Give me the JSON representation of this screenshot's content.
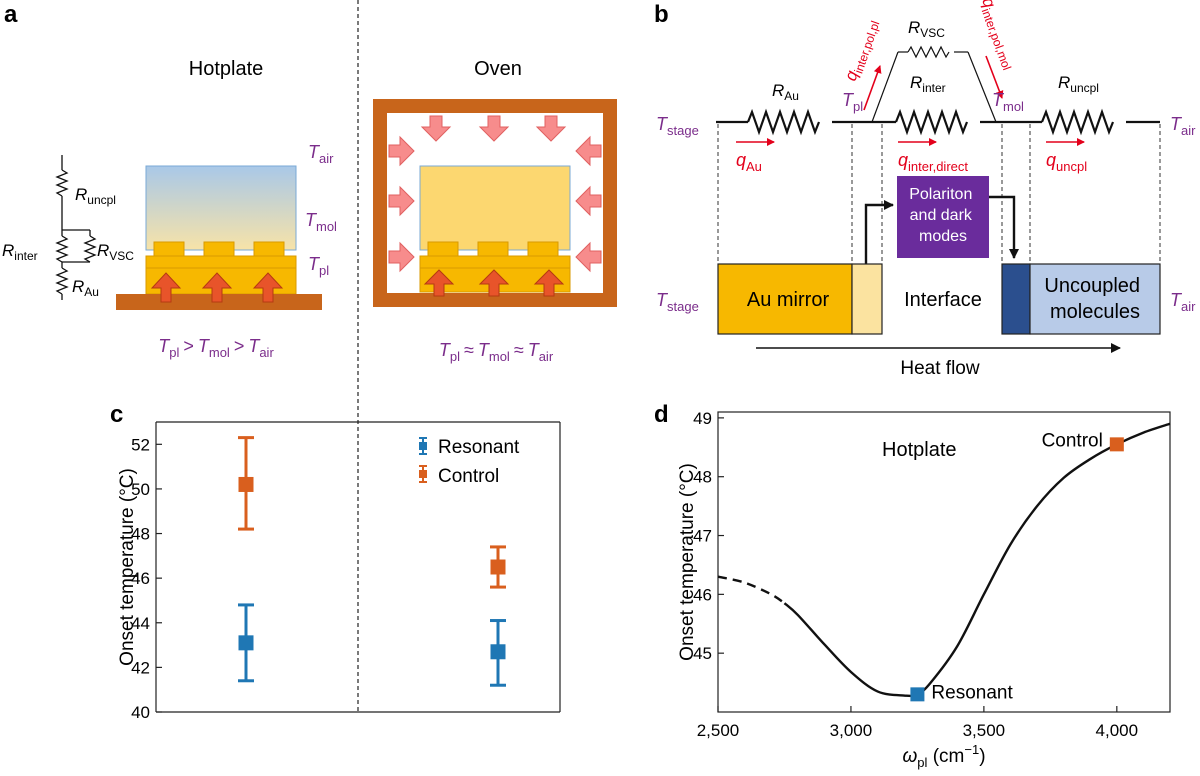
{
  "colors": {
    "resonant": "#1f77b4",
    "control": "#d95f1e",
    "purple_text": "#7b2d8b",
    "heat_arrow_red": "#e3001b",
    "gold": "#f7b800",
    "oven_wall": "#c8651b",
    "polariton_box": "#6a2c9c",
    "dark_blue_block": "#2b4f8e",
    "light_blue_block": "#b8cbe8"
  },
  "panel_a": {
    "letter": "a",
    "left_title": "Hotplate",
    "right_title": "Oven",
    "T_air": {
      "sym": "T",
      "sub": "air"
    },
    "T_mol": {
      "sym": "T",
      "sub": "mol"
    },
    "T_pl": {
      "sym": "T",
      "sub": "pl"
    },
    "R_uncpl": {
      "sym": "R",
      "sub": "uncpl"
    },
    "R_inter": {
      "sym": "R",
      "sub": "inter"
    },
    "R_VSC": {
      "sym": "R",
      "sub": "VSC"
    },
    "R_Au": {
      "sym": "R",
      "sub": "Au"
    },
    "hotplate_relation": {
      "op": ">"
    },
    "oven_relation": {
      "op": "≈"
    }
  },
  "panel_b": {
    "letter": "b",
    "R_VSC": {
      "sym": "R",
      "sub": "VSC"
    },
    "R_Au": {
      "sym": "R",
      "sub": "Au"
    },
    "R_inter": {
      "sym": "R",
      "sub": "inter"
    },
    "R_uncpl": {
      "sym": "R",
      "sub": "uncpl"
    },
    "q_inter_pol_pl": {
      "sym": "q",
      "sub": "inter,pol,pl"
    },
    "q_inter_pol_mol": {
      "sym": "q",
      "sub": "inter,pol,mol"
    },
    "T_pl": {
      "sym": "T",
      "sub": "pl"
    },
    "T_mol": {
      "sym": "T",
      "sub": "mol"
    },
    "T_stage": {
      "sym": "T",
      "sub": "stage"
    },
    "T_air": {
      "sym": "T",
      "sub": "air"
    },
    "q_Au": {
      "sym": "q",
      "sub": "Au"
    },
    "q_inter_direct": {
      "sym": "q",
      "sub": "inter,direct"
    },
    "q_uncpl": {
      "sym": "q",
      "sub": "uncpl"
    },
    "polariton_box_lines": [
      "Polariton",
      "and dark",
      "modes"
    ],
    "au_mirror": "Au mirror",
    "interface": "Interface",
    "uncoupled_lines": [
      "Uncoupled",
      "molecules"
    ],
    "heat_flow": "Heat flow"
  },
  "panel_c": {
    "letter": "c",
    "ylabel": "Onset temperature (°C)",
    "legend_resonant": "Resonant",
    "legend_control": "Control"
  },
  "panel_d": {
    "letter": "d",
    "ylabel": "Onset temperature (°C)",
    "xlabel_sym": "ω",
    "xlabel_sub": "pl",
    "xlabel_unit": " (cm",
    "xlabel_exp": "−1",
    "xlabel_close": ")",
    "hotplate": "Hotplate",
    "control_label": "Control",
    "resonant_label": "Resonant"
  },
  "chart_data": [
    {
      "type": "scatter",
      "panel": "c",
      "categories": [
        "Hotplate",
        "Oven"
      ],
      "series": [
        {
          "name": "Resonant",
          "values": [
            43.1,
            42.7
          ],
          "error_low": [
            41.4,
            41.2
          ],
          "error_high": [
            44.8,
            44.1
          ]
        },
        {
          "name": "Control",
          "values": [
            50.2,
            46.5
          ],
          "error_low": [
            48.2,
            45.6
          ],
          "error_high": [
            52.3,
            47.4
          ]
        }
      ],
      "ylabel": "Onset temperature (°C)",
      "ylim": [
        40,
        53
      ],
      "yticks": [
        40,
        42,
        44,
        46,
        48,
        50,
        52
      ],
      "grid": false,
      "legend": "top-right"
    },
    {
      "type": "line",
      "panel": "d",
      "title": "Hotplate",
      "xlabel": "ωpl (cm−1)",
      "ylabel": "Onset temperature (°C)",
      "xlim": [
        2500,
        4200
      ],
      "ylim": [
        44,
        49.1
      ],
      "xticks": [
        2500,
        3000,
        3500,
        4000
      ],
      "yticks": [
        45,
        46,
        47,
        48,
        49
      ],
      "curve": {
        "x": [
          2500,
          2600,
          2700,
          2750,
          2800,
          2900,
          3000,
          3100,
          3200,
          3250,
          3300,
          3400,
          3500,
          3600,
          3700,
          3800,
          3900,
          4000,
          4100,
          4200
        ],
        "y": [
          46.3,
          46.2,
          46.0,
          45.85,
          45.65,
          45.15,
          44.68,
          44.35,
          44.28,
          44.3,
          44.5,
          45.12,
          46.0,
          46.85,
          47.5,
          47.98,
          48.3,
          48.55,
          48.75,
          48.9
        ],
        "dashed_until_x": 2750
      },
      "points": [
        {
          "name": "Resonant",
          "x": 3250,
          "y": 44.3
        },
        {
          "name": "Control",
          "x": 4000,
          "y": 48.55
        }
      ],
      "grid": false
    }
  ]
}
